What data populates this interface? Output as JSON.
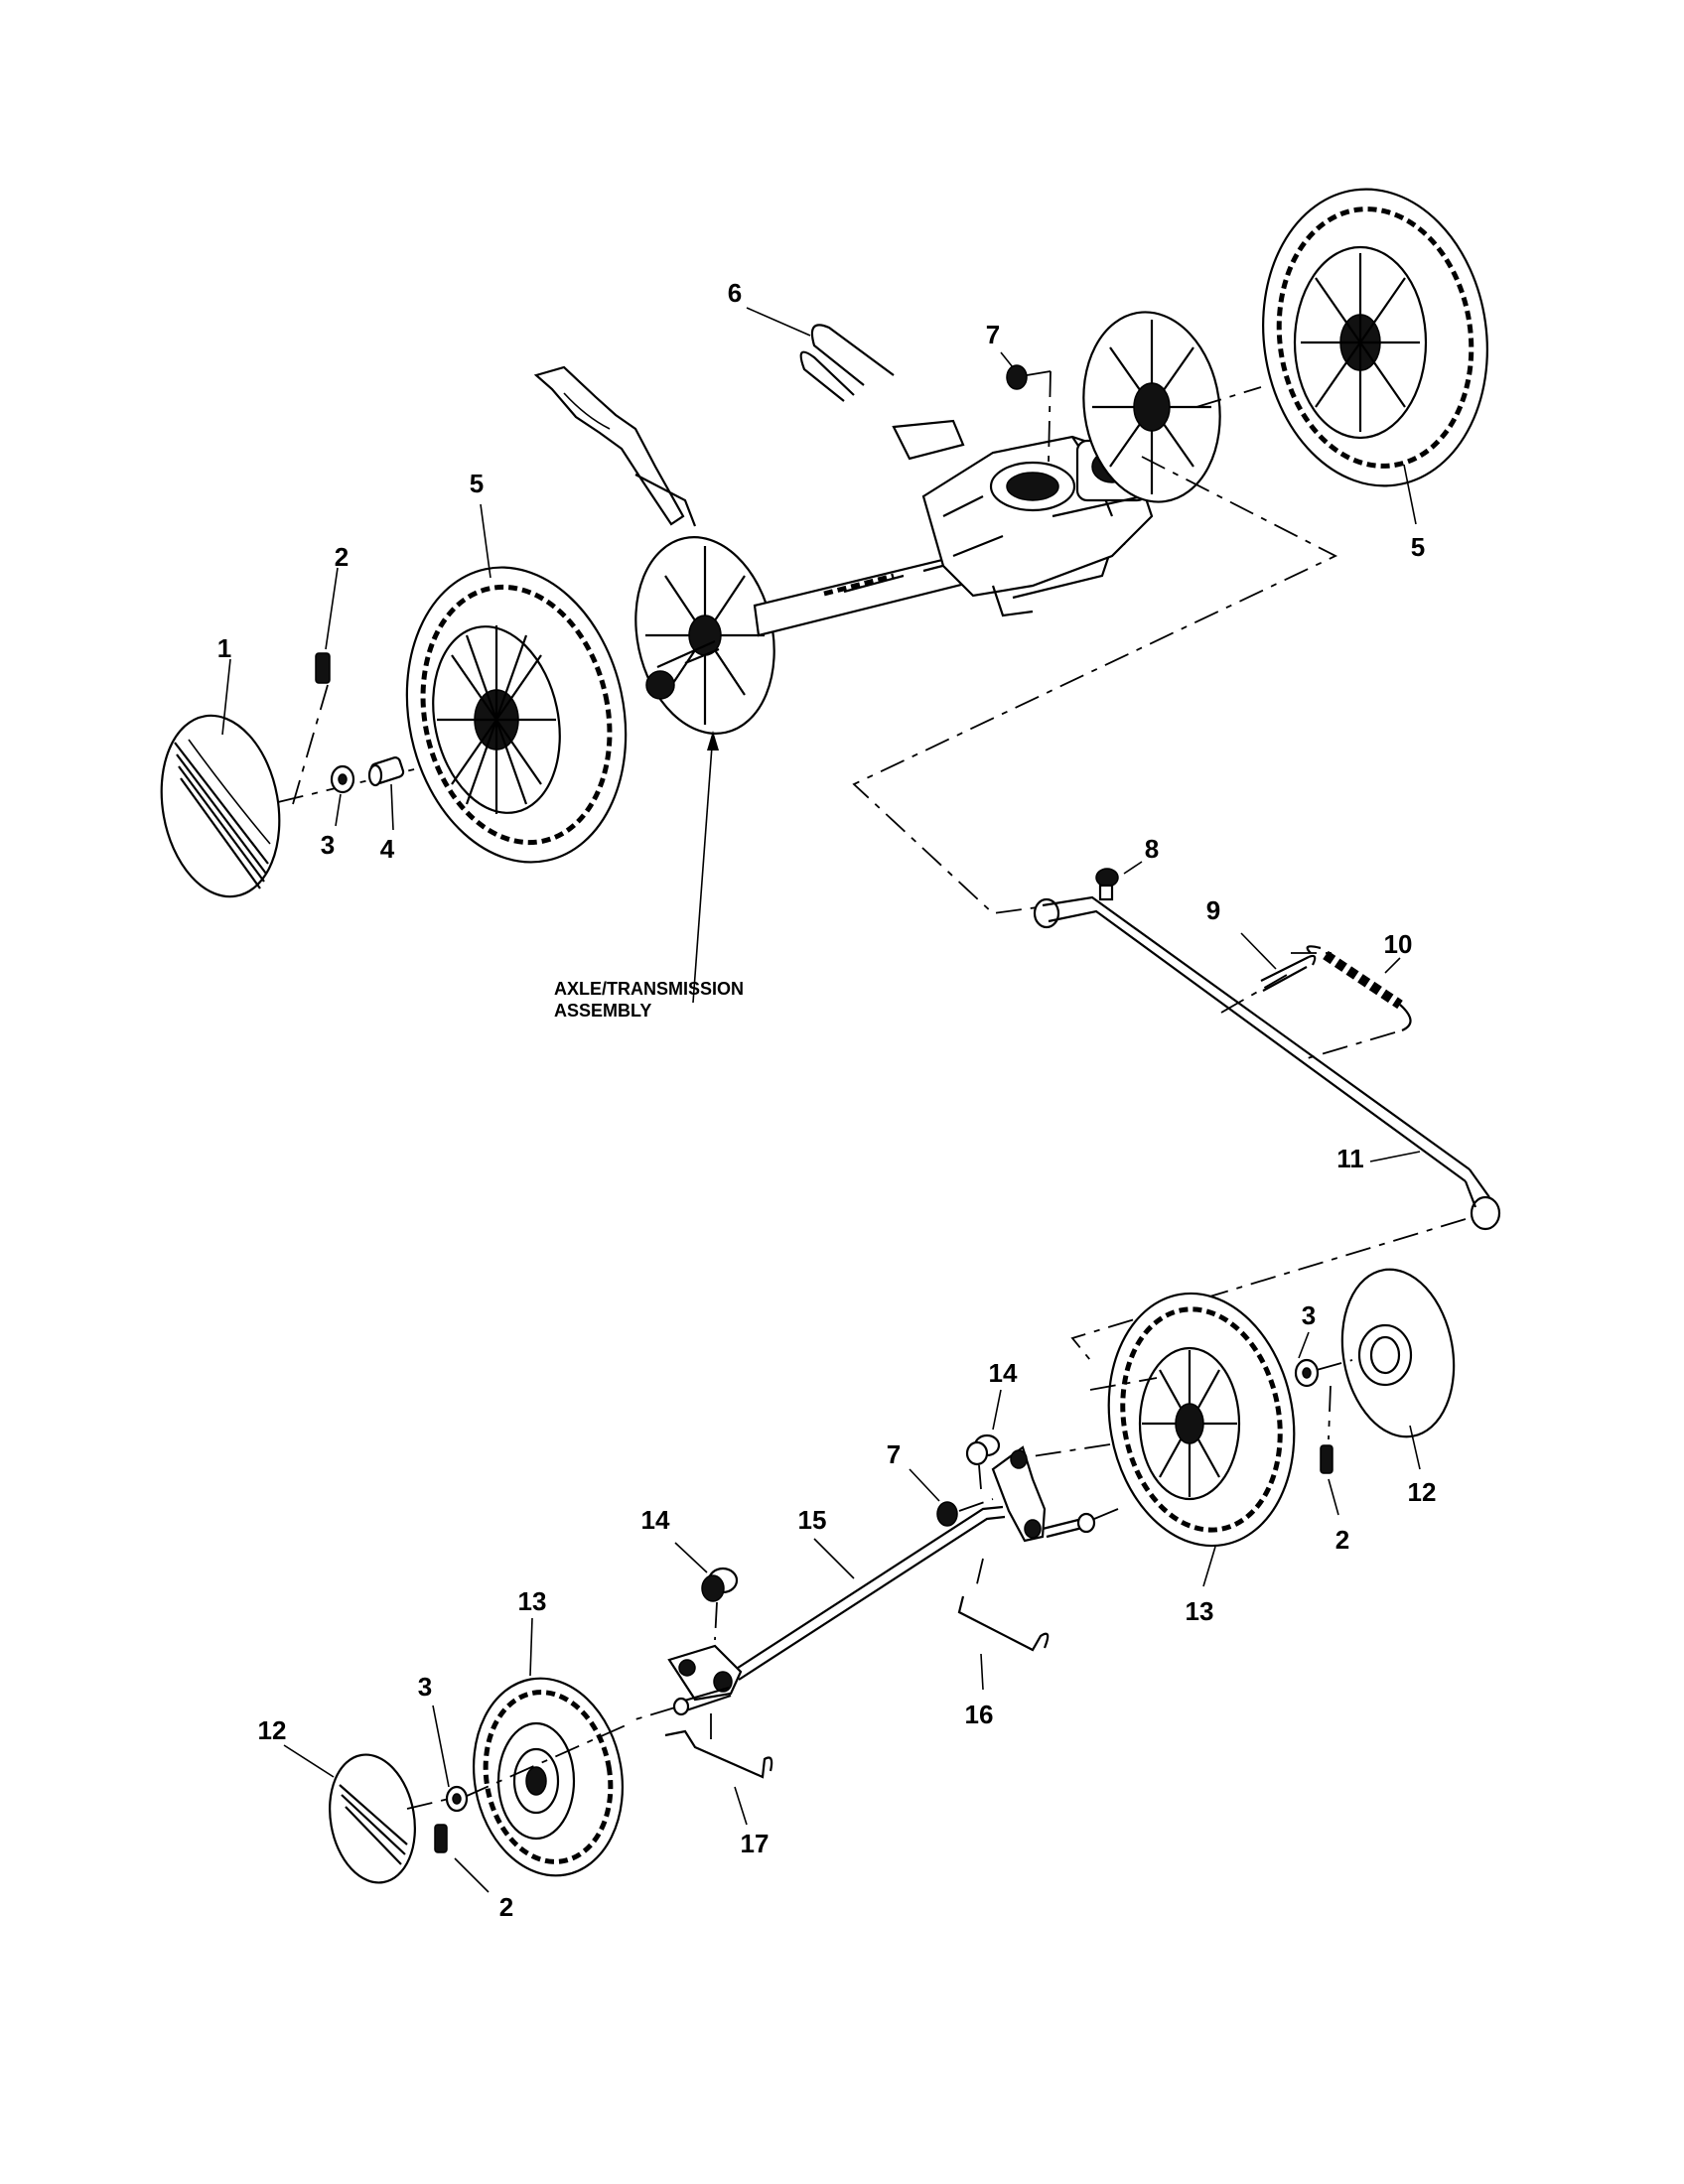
{
  "diagram": {
    "callouts": {
      "c1": "1",
      "c2a": "2",
      "c3a": "3",
      "c4": "4",
      "c5a": "5",
      "c5b": "5",
      "c6": "6",
      "c7a": "7",
      "c8": "8",
      "c9": "9",
      "c10": "10",
      "c11": "11",
      "c14a": "14",
      "c3b": "3",
      "c7b": "7",
      "c12a": "12",
      "c2b": "2",
      "c13a": "13",
      "c15": "15",
      "c14b": "14",
      "c16": "16",
      "c13b": "13",
      "c3c": "3",
      "c12b": "12",
      "c2c": "2",
      "c17": "17"
    },
    "caption_line1": "AXLE/TRANSMISSION",
    "caption_line2": "ASSEMBLY"
  }
}
